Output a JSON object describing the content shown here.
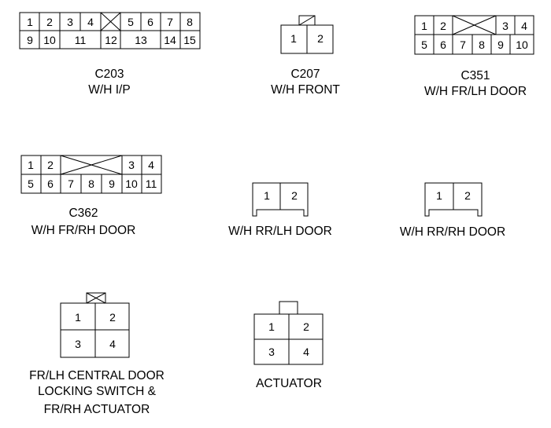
{
  "connectors": [
    {
      "id": "c203",
      "label_lines": [
        "C203",
        "W/H I/P"
      ],
      "pins": [
        "1",
        "2",
        "3",
        "4",
        "5",
        "6",
        "7",
        "8",
        "9",
        "10",
        "11",
        "12",
        "13",
        "14",
        "15"
      ]
    },
    {
      "id": "c207",
      "label_lines": [
        "C207",
        "W/H FRONT"
      ],
      "pins": [
        "1",
        "2"
      ]
    },
    {
      "id": "c351",
      "label_lines": [
        "C351",
        "W/H FR/LH DOOR"
      ],
      "pins": [
        "1",
        "2",
        "3",
        "4",
        "5",
        "6",
        "7",
        "8",
        "9",
        "10"
      ]
    },
    {
      "id": "c362",
      "label_lines": [
        "C362",
        "W/H FR/RH DOOR"
      ],
      "pins": [
        "1",
        "2",
        "3",
        "4",
        "5",
        "6",
        "7",
        "8",
        "9",
        "10",
        "11"
      ]
    },
    {
      "id": "rrlh",
      "label_lines": [
        "W/H RR/LH DOOR"
      ],
      "pins": [
        "1",
        "2"
      ]
    },
    {
      "id": "rrrh",
      "label_lines": [
        "W/H RR/RH DOOR"
      ],
      "pins": [
        "1",
        "2"
      ]
    },
    {
      "id": "switch",
      "label_lines": [
        "FR/LH CENTRAL DOOR",
        "LOCKING SWITCH &",
        "FR/RH ACTUATOR"
      ],
      "pins": [
        "1",
        "2",
        "3",
        "4"
      ]
    },
    {
      "id": "actuator",
      "label_lines": [
        "ACTUATOR"
      ],
      "pins": [
        "1",
        "2",
        "3",
        "4"
      ]
    }
  ]
}
